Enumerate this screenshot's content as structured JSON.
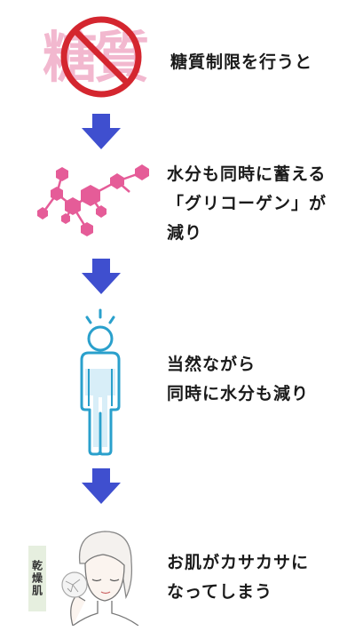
{
  "steps": [
    {
      "lines": [
        "糖質制限を行うと"
      ],
      "icon": "no-sugar-icon",
      "icon_text": "糖質"
    },
    {
      "lines": [
        "水分も同時に蓄える",
        "「グリコーゲン」が",
        "減り"
      ],
      "icon": "glycogen-molecule-icon"
    },
    {
      "lines": [
        "当然ながら",
        "同時に水分も減り"
      ],
      "icon": "dehydrated-person-icon"
    },
    {
      "lines": [
        "お肌がカサカサに",
        "なってしまう"
      ],
      "icon": "dry-skin-woman-icon",
      "icon_label": "乾燥肌"
    }
  ],
  "colors": {
    "arrow": "#3f4fcf",
    "prohibit": "#d4262f",
    "kanji": "#f2b8cf",
    "molecule": "#e55c98",
    "person_outline": "#2aa0cc",
    "water_fill": "#d8eef8",
    "label_bg": "#e6efdf"
  }
}
